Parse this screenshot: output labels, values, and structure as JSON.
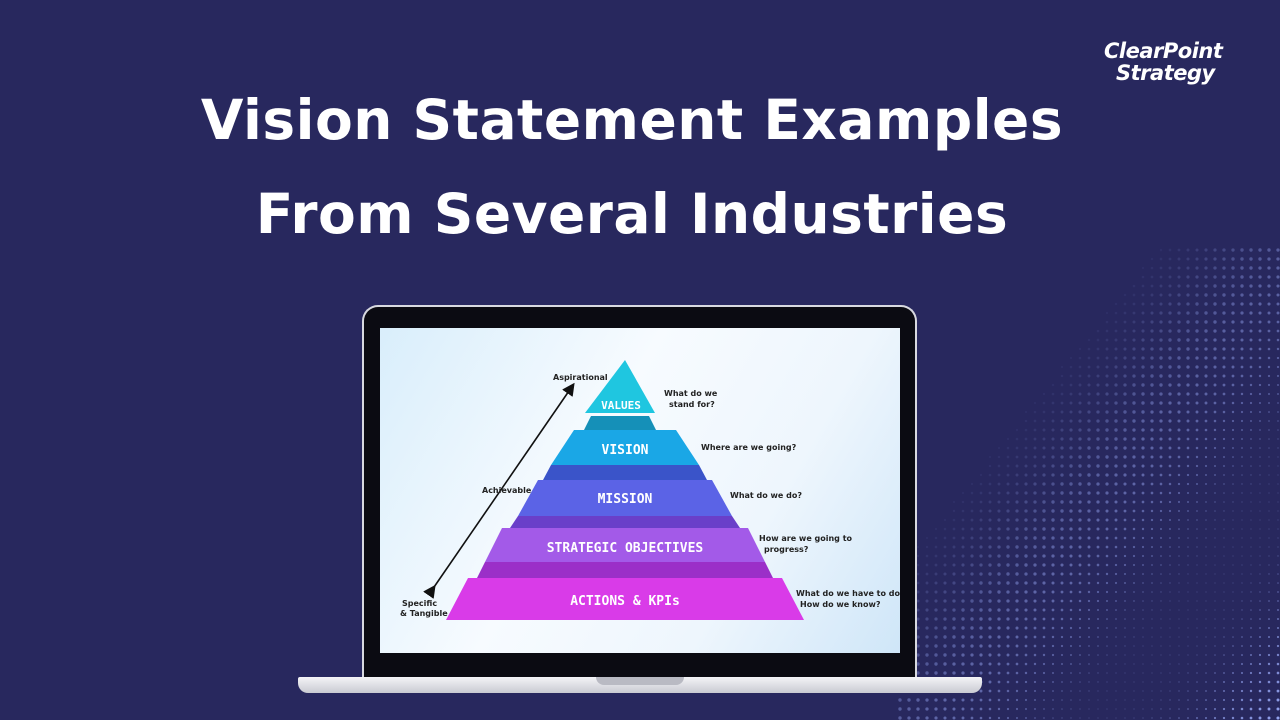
{
  "brand": {
    "line1": "ClearPoint",
    "line2": "Strategy"
  },
  "title": {
    "line1": "Vision Statement Examples",
    "line2": "From Several Industries"
  },
  "colors": {
    "background": "#28285e",
    "values": "#1fc6e0",
    "vision": "#1aa7e6",
    "mission": "#5b63e6",
    "objectives": "#a35ae8",
    "actions": "#d93be8"
  },
  "pyramid": {
    "axis": {
      "top": "Aspirational",
      "middle": "Achievable",
      "bottom_line1": "Specific",
      "bottom_line2": "& Tangible"
    },
    "tiers": [
      {
        "label": "VALUES",
        "question_line1": "What do we",
        "question_line2": "stand for?"
      },
      {
        "label": "VISION",
        "question_line1": "Where are we going?",
        "question_line2": ""
      },
      {
        "label": "MISSION",
        "question_line1": "What do we do?",
        "question_line2": ""
      },
      {
        "label": "STRATEGIC OBJECTIVES",
        "question_line1": "How are we going to",
        "question_line2": "progress?"
      },
      {
        "label": "ACTIONS & KPIs",
        "question_line1": "What do we have to do?",
        "question_line2": "How do we know?"
      }
    ]
  }
}
